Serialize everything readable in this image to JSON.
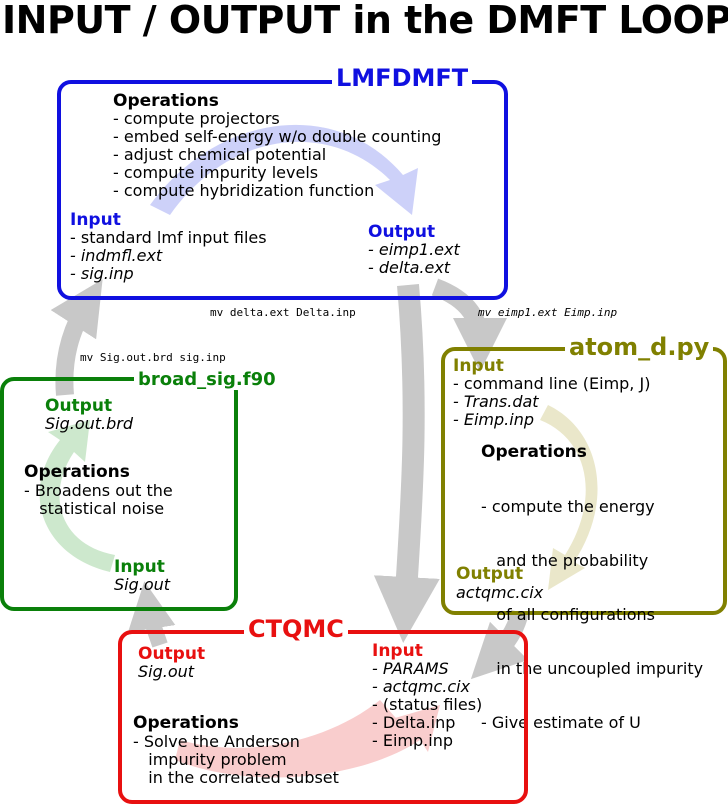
{
  "title": "INPUT / OUTPUT in the DMFT LOOP",
  "lmfdmft": {
    "name": "LMFDMFT",
    "color": "#1010e0",
    "operations_heading": "Operations",
    "operations": [
      "- compute projectors",
      "- embed self-energy w/o double counting",
      "- adjust chemical potential",
      "- compute impurity levels",
      "- compute hybridization function"
    ],
    "input_heading": "Input",
    "inputs": [
      "- standard lmf input files",
      "- indmfl.ext",
      "- sig.inp"
    ],
    "output_heading": "Output",
    "outputs": [
      "- eimp1.ext",
      "- delta.ext"
    ]
  },
  "atom": {
    "name": "atom_d.py",
    "color": "#808000",
    "input_heading": "Input",
    "inputs": [
      "- command line (Eimp, J)",
      "- Trans.dat",
      "- Eimp.inp"
    ],
    "operations_heading": "Operations",
    "operations": [
      "- compute the energy",
      "   and the probability",
      "   of all configurations",
      "   in the uncoupled impurity",
      "- Give estimate of U"
    ],
    "output_heading": "Output",
    "output": "actqmc.cix"
  },
  "broad": {
    "name": "broad_sig.f90",
    "color": "#0a800a",
    "output_heading": "Output",
    "output": "Sig.out.brd",
    "operations_heading": "Operations",
    "operations": [
      "- Broadens out the",
      "   statistical noise"
    ],
    "input_heading": "Input",
    "input": "Sig.out"
  },
  "ctqmc": {
    "name": "CTQMC",
    "color": "#e81010",
    "output_heading": "Output",
    "output": "Sig.out",
    "input_heading": "Input",
    "inputs": [
      "- PARAMS",
      "- actqmc.cix",
      "- (status files)",
      "- Delta.inp",
      "- Eimp.inp"
    ],
    "operations_heading": "Operations",
    "operations": [
      "- Solve the Anderson",
      "   impurity problem",
      "   in the correlated subset"
    ]
  },
  "commands": {
    "mv_delta": "mv delta.ext Delta.inp",
    "mv_eimp": "mv eimp1.ext Eimp.inp",
    "mv_sig": "mv Sig.out.brd sig.inp"
  }
}
